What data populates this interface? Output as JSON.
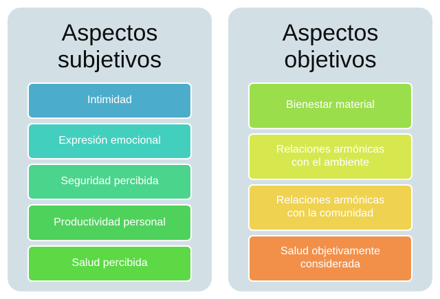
{
  "diagram": {
    "type": "two-column-category-list",
    "background_color": "#ffffff",
    "panel_color": "#d2e0e6",
    "title_color": "#0d0d0d",
    "chip_text_color": "#ffffff",
    "panels": [
      {
        "id": "subjective",
        "title": "Aspectos\nsubjetivos",
        "items": [
          {
            "label": "Intimidad",
            "color": "#4badcb"
          },
          {
            "label": "Expresión emocional",
            "color": "#43cfbe"
          },
          {
            "label": "Seguridad percibida",
            "color": "#4ad48c"
          },
          {
            "label": "Productividad personal",
            "color": "#4ed25b"
          },
          {
            "label": "Salud percibida",
            "color": "#5cd944"
          }
        ]
      },
      {
        "id": "objective",
        "title": "Aspectos\nobjetivos",
        "items": [
          {
            "label": "Bienestar material",
            "color": "#9bde4b"
          },
          {
            "label": "Relaciones armónicas\ncon el ambiente",
            "color": "#d6e84e"
          },
          {
            "label": "Relaciones armónicas\ncon la comunidad",
            "color": "#efd24f"
          },
          {
            "label": "Salud objetivamente\nconsiderada",
            "color": "#f2904a"
          }
        ]
      }
    ]
  }
}
